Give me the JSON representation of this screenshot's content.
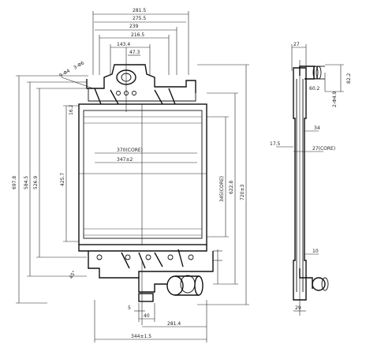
{
  "front_view": {
    "dims_top": {
      "overall": "281.5",
      "d2": "275.5",
      "d3": "239",
      "d4": "216.5",
      "d5": "143.4",
      "d6": "47.3"
    },
    "dims_left": {
      "overall": "697.8",
      "d2": "584.5",
      "d3": "526.9",
      "d4": "425.7",
      "small": "16.2"
    },
    "dims_right": {
      "d1": "345(CORE)",
      "d2": "622.8",
      "d3": "720±3"
    },
    "dims_core": {
      "core_width": "370(CORE)",
      "inner_width": "347±2"
    },
    "dims_bottom": {
      "overall": "344±1.5",
      "d2": "281.4",
      "d3": "40",
      "d4": "5"
    },
    "annotations": {
      "top_left_angle": "9-Φ4",
      "top_small": "3-Φ6",
      "bottom_left": "45°"
    }
  },
  "side_view": {
    "dims_top": "27",
    "d_right1": "60.2",
    "d_right2": "82.2",
    "d_right3": "2-Φ4.9",
    "d_mid1": "34",
    "d_left1": "17.5",
    "core": "27(CORE)",
    "d_low": "10",
    "d_bottom": "29"
  }
}
